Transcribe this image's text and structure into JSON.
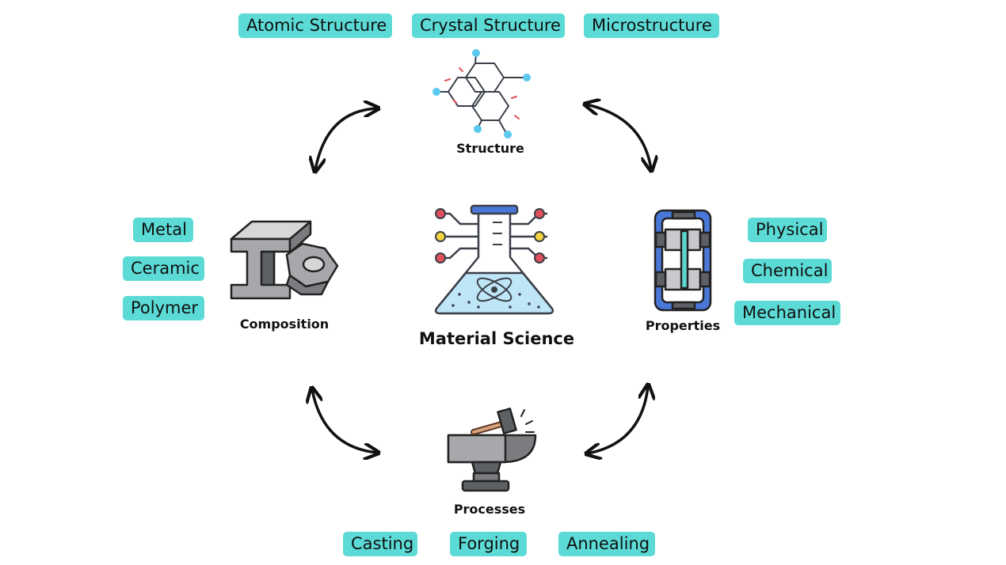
{
  "center": {
    "label": "Material Science"
  },
  "nodes": {
    "structure": {
      "label": "Structure",
      "tags": [
        "Atomic Structure",
        "Crystal Structure",
        "Microstructure"
      ]
    },
    "composition": {
      "label": "Composition",
      "tags": [
        "Metal",
        "Ceramic",
        "Polymer"
      ]
    },
    "properties": {
      "label": "Properties",
      "tags": [
        "Physical",
        "Chemical",
        "Mechanical"
      ]
    },
    "processes": {
      "label": "Processes",
      "tags": [
        "Casting",
        "Forging",
        "Annealing"
      ]
    }
  },
  "colors": {
    "tag_background": "#5cdbd6",
    "arrow": "#111111",
    "accent_blue": "#5bc8f0",
    "accent_red": "#e0505a",
    "accent_yellow": "#f5d53f",
    "steel_gray": "#a6a8ab"
  }
}
